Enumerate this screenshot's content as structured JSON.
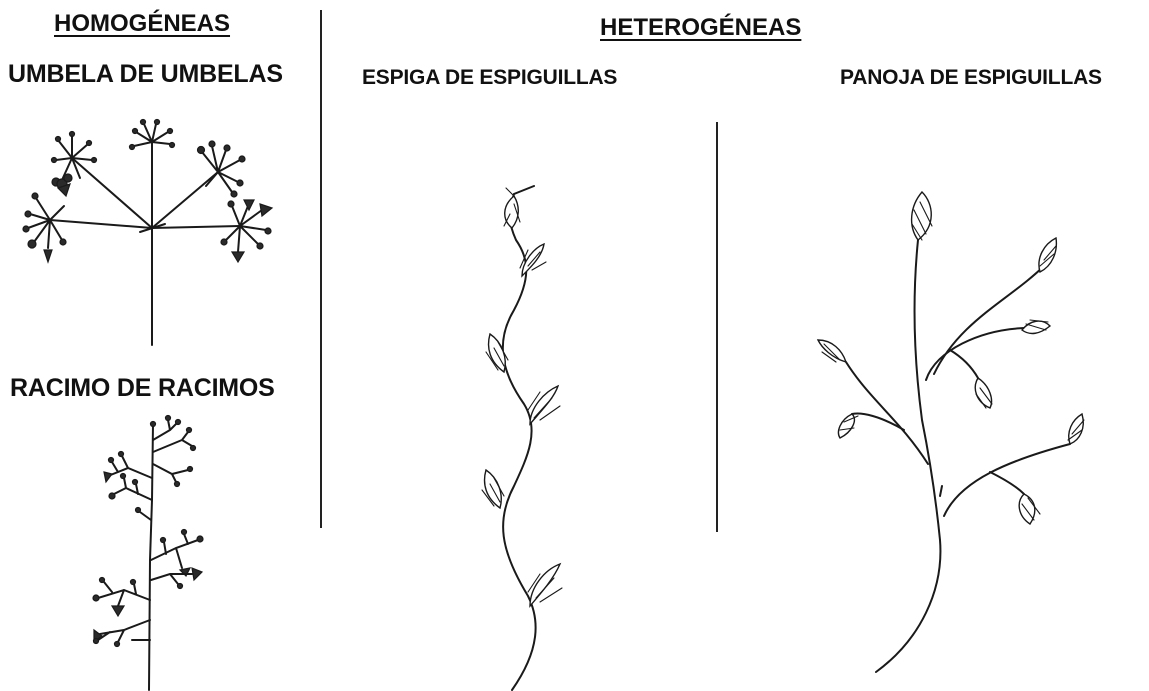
{
  "headings": {
    "left": "HOMOGÉNEAS",
    "right": "HETEROGÉNEAS"
  },
  "labels": {
    "umbela": "UMBELA DE UMBELAS",
    "racimo": "RACIMO DE RACIMOS",
    "espiga": "ESPIGA DE ESPIGUILLAS",
    "panoja": "PANOJA DE ESPIGUILLAS"
  },
  "colors": {
    "ink": "#1a1a1a",
    "background": "#ffffff"
  }
}
